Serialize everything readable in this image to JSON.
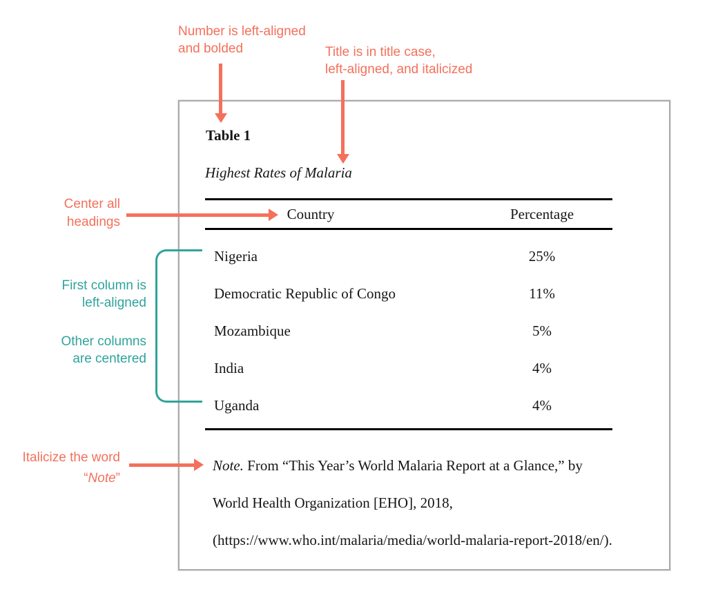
{
  "annotations": {
    "number": {
      "line1": "Number is left-aligned",
      "line2": "and bolded"
    },
    "title": {
      "line1": "Title is in title case,",
      "line2": "left-aligned, and italicized"
    },
    "headings": {
      "line1": "Center all",
      "line2": "headings"
    },
    "first_column": {
      "line1": "First column is",
      "line2": "left-aligned"
    },
    "other_columns": {
      "line1": "Other columns",
      "line2": "are centered"
    },
    "italicize_note": {
      "line1": "Italicize the word",
      "open_quote": "“",
      "word": "Note",
      "close_quote": "”"
    }
  },
  "document": {
    "table_number": "Table 1",
    "table_title": "Highest Rates of Malaria",
    "table": {
      "headers": [
        "Country",
        "Percentage"
      ],
      "rows": [
        [
          "Nigeria",
          "25%"
        ],
        [
          "Democratic Republic of Congo",
          "11%"
        ],
        [
          "Mozambique",
          "5%"
        ],
        [
          "India",
          "4%"
        ],
        [
          "Uganda",
          "4%"
        ]
      ]
    },
    "note": {
      "label": "Note.",
      "line1_rest": " From “This Year’s World Malaria Report at a Glance,” by",
      "line2": "World Health Organization [EHO], 2018,",
      "line3": "(https://www.who.int/malaria/media/world-malaria-report-2018/en/)."
    }
  },
  "colors": {
    "accent_salmon": "#F4705B",
    "accent_teal": "#2FA39B",
    "rule_black": "#000000",
    "page_border_gray": "#ABABAB"
  }
}
